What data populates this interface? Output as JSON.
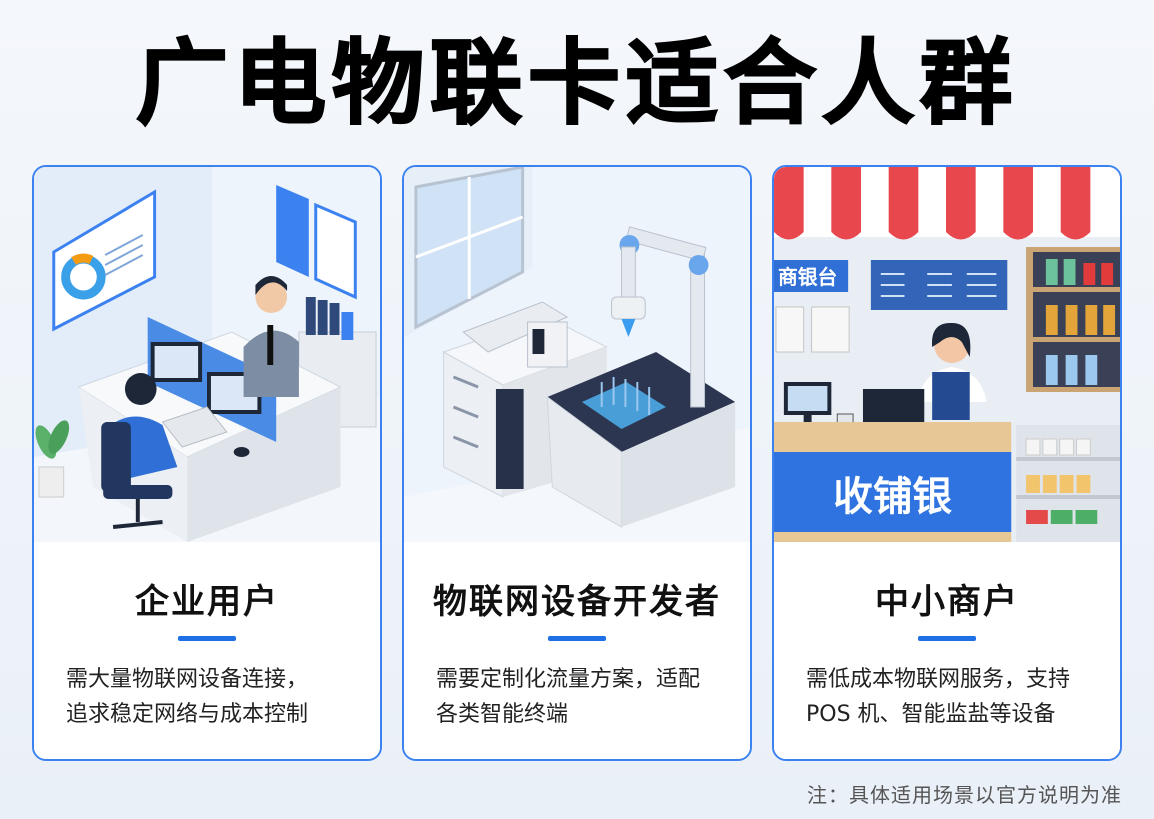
{
  "page": {
    "title": "广电物联卡适合人群",
    "accent_color": "#1f6fe6",
    "card_border_color": "#3b82f0"
  },
  "cards": [
    {
      "title": "企业用户",
      "description_lines": [
        "需大量物联网设备连接，",
        "追求稳定网络与成本控制"
      ],
      "illustration": "office-workers-at-computers-illustration"
    },
    {
      "title": "物联网设备开发者",
      "description_lines": [
        "需要定制化流量方案，适配",
        "各类智能终端"
      ],
      "illustration": "lab-robot-arm-device-illustration"
    },
    {
      "title": "中小商户",
      "description_lines": [
        "需低成本物联网服务，支持",
        "POS 机、智能监盐等设备"
      ],
      "illustration": "shop-cashier-counter-illustration",
      "sign_label": "商银台",
      "counter_label": "收铺银"
    }
  ],
  "footer": {
    "note": "注：具体适用场景以官方说明为准"
  }
}
